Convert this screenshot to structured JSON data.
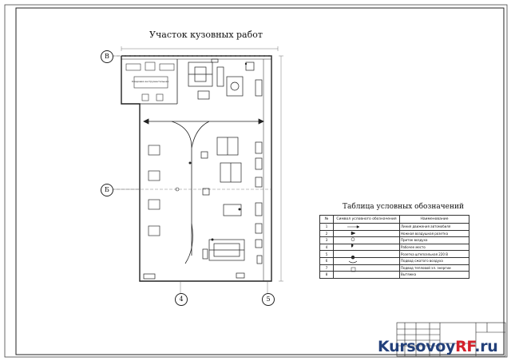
{
  "drawing_title": "Участок кузовных работ",
  "axes": {
    "b_upper": "В",
    "b_mid": "Б",
    "col_4": "4",
    "col_5": "5"
  },
  "legend": {
    "title": "Таблица условных обозначений",
    "headers": [
      "№",
      "Символ условного обозначения",
      "Наименование"
    ],
    "rows": [
      {
        "no": "1",
        "name": "Линия движения автомобиля"
      },
      {
        "no": "2",
        "name": "Ножная воздушная розетка"
      },
      {
        "no": "3",
        "name": "Приток воздуха"
      },
      {
        "no": "4",
        "name": "Рабочее место"
      },
      {
        "no": "5",
        "name": "Розетка штепсельная 220 В"
      },
      {
        "no": "6",
        "name": "Подвод сжатого воздуха"
      },
      {
        "no": "7",
        "name": "Подвод тепловой эл. энергии"
      },
      {
        "no": "8",
        "name": "Вытяжка"
      }
    ]
  },
  "room_label": "Кладовая инструментальная",
  "brand": {
    "part1": "Kursovoy",
    "part2": "RF",
    "part3": ".ru"
  }
}
